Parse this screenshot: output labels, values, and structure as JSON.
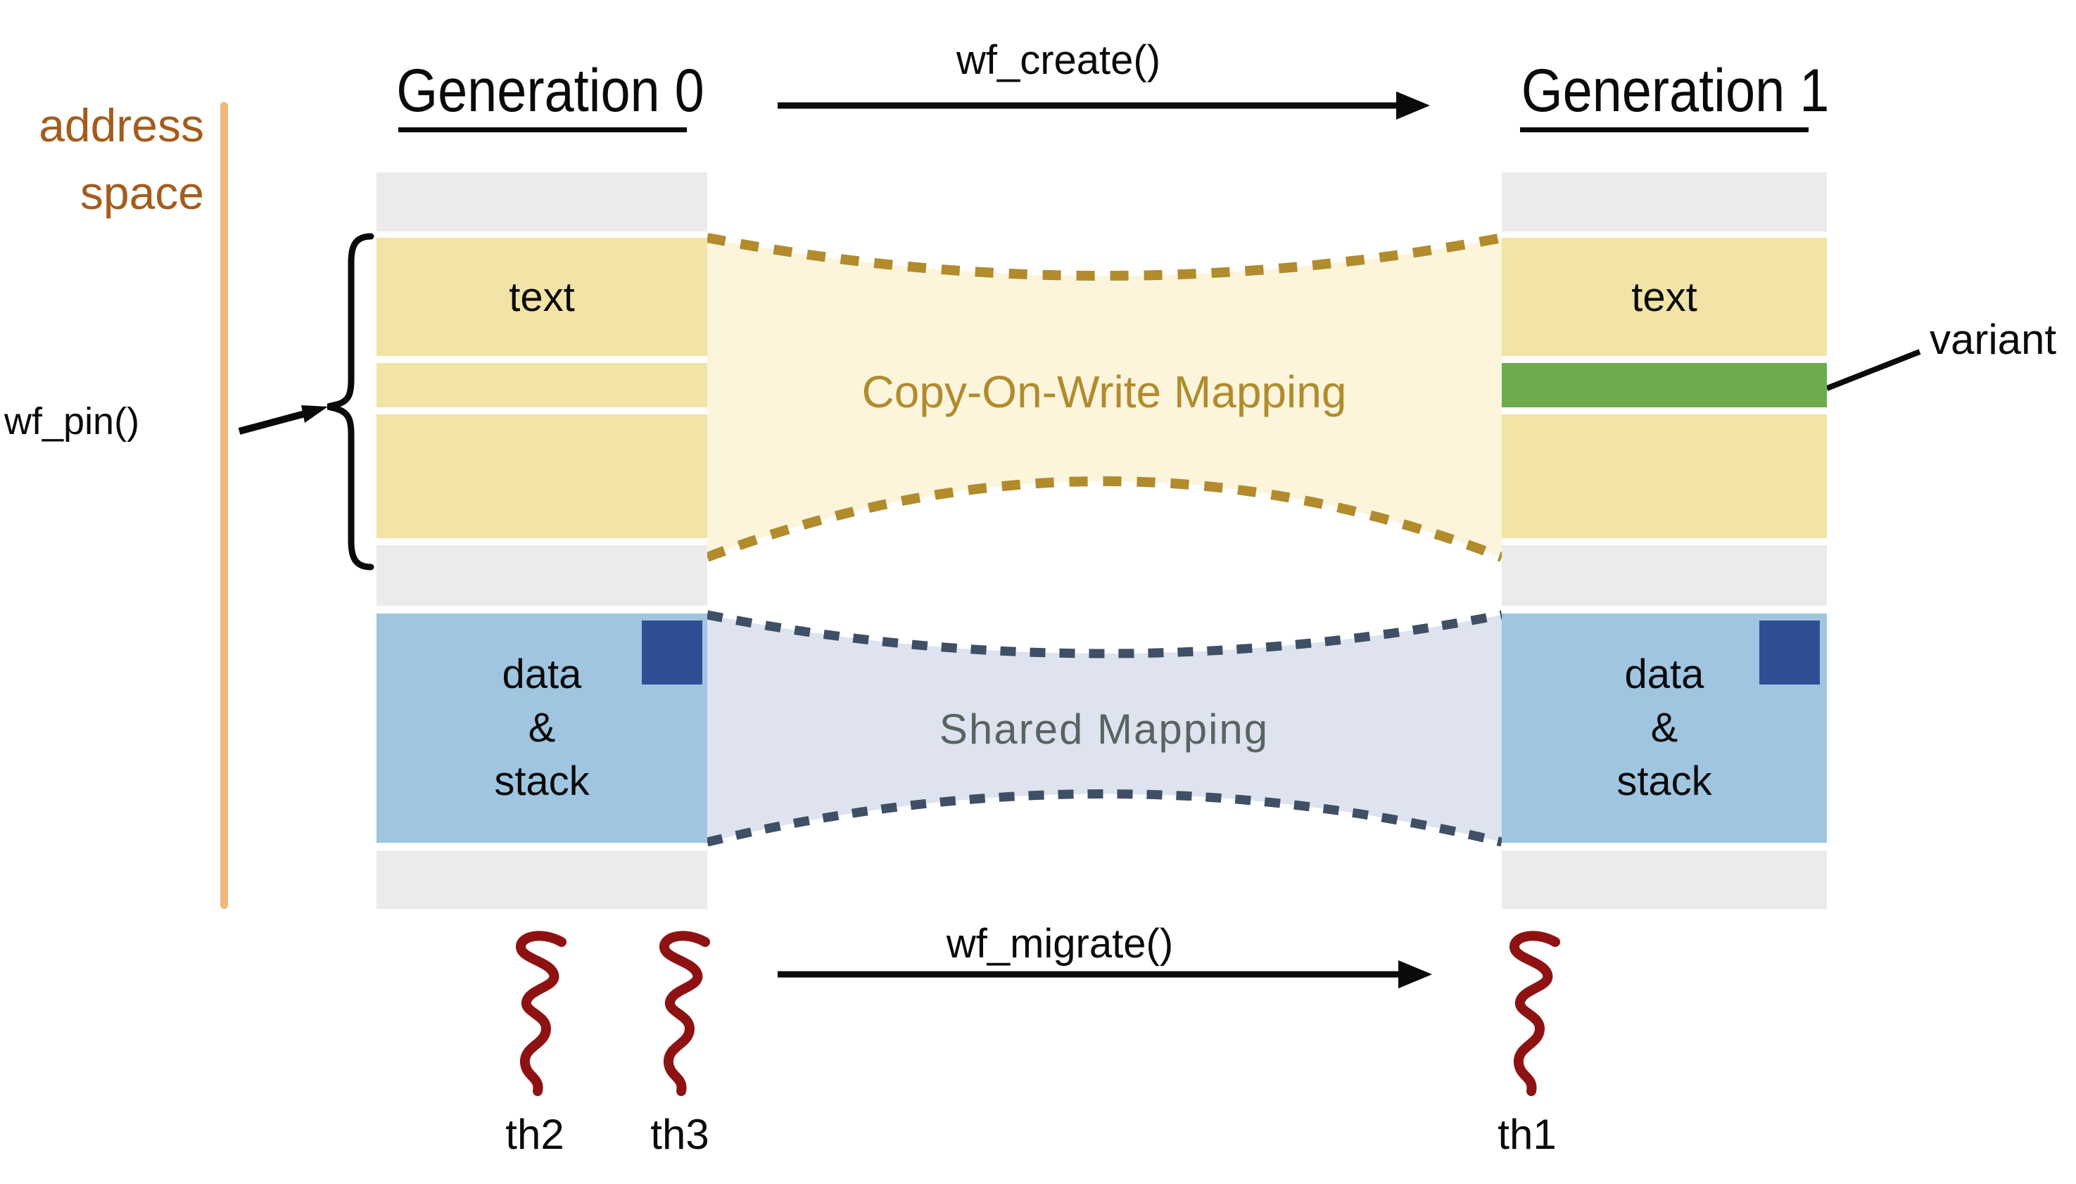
{
  "header": {
    "gen0_title": "Generation 0",
    "wf_create_label": "wf_create()",
    "gen1_title": "Generation 1"
  },
  "address_axis": {
    "line1": "address",
    "line2": "space"
  },
  "wf_pin": {
    "label": "wf_pin()"
  },
  "mappings": {
    "cow_label": "Copy-On-Write Mapping",
    "shared_label": "Shared Mapping"
  },
  "gen0": {
    "text_label": "text",
    "data_lines": [
      "data",
      "&",
      "stack"
    ],
    "threads": [
      {
        "label": "th2"
      },
      {
        "label": "th3"
      }
    ]
  },
  "gen1": {
    "text_label": "text",
    "variant_label": "variant",
    "data_lines": [
      "data",
      "&",
      "stack"
    ],
    "threads": [
      {
        "label": "th1"
      }
    ]
  },
  "footer": {
    "wf_migrate_label": "wf_migrate()"
  },
  "colors": {
    "free_segment_gray": "#EBEBEB",
    "text_segment_yellow": "#F1E4A6",
    "cow_region_fill": "#FCF5DC",
    "cow_accent_gold": "#B18B2C",
    "data_segment_blue": "#9FC5E1",
    "marker_navy": "#2F4F95",
    "shared_region_fill": "#DEE3EF",
    "shared_dash_slate": "#3E4F66",
    "shared_text_gray": "#566561",
    "variant_green": "#6CAC4E",
    "thread_red": "#8E1212",
    "axis_orange": "#F0B87A",
    "axis_text_brown": "#A55C1B"
  }
}
